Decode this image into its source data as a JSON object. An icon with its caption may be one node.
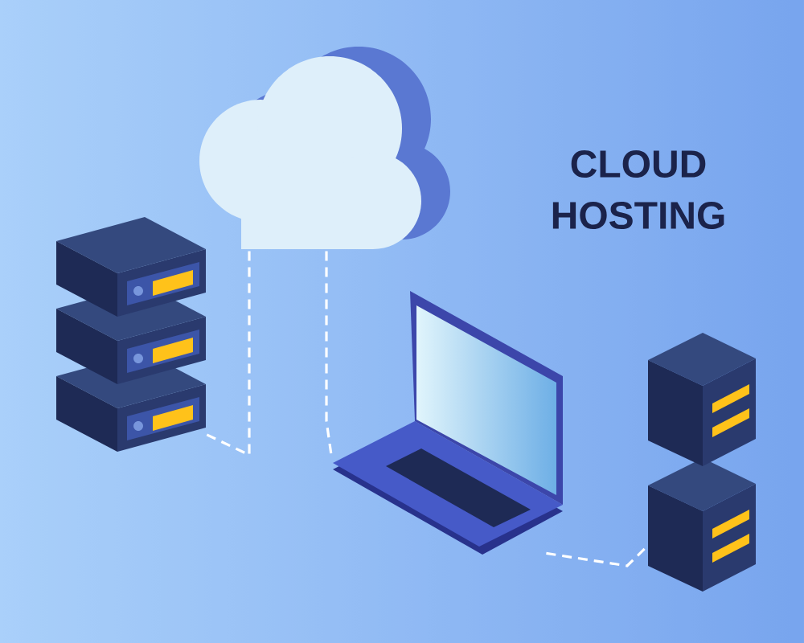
{
  "diagram": {
    "title": "CLOUD HOSTING",
    "nodes": [
      {
        "text": [],
        "shape": "cloud"
      },
      {
        "text": [],
        "shape": "picture"
      },
      {
        "text": [],
        "shape": "picture"
      },
      {
        "text": [],
        "shape": "picture"
      }
    ],
    "edges": [
      {
        "from": 0,
        "to": 1,
        "arrow": "none",
        "style": "dashed"
      },
      {
        "from": 0,
        "to": 2,
        "arrow": "none",
        "style": "dashed"
      },
      {
        "from": 2,
        "to": 3,
        "arrow": "none",
        "style": "dashed"
      }
    ]
  }
}
